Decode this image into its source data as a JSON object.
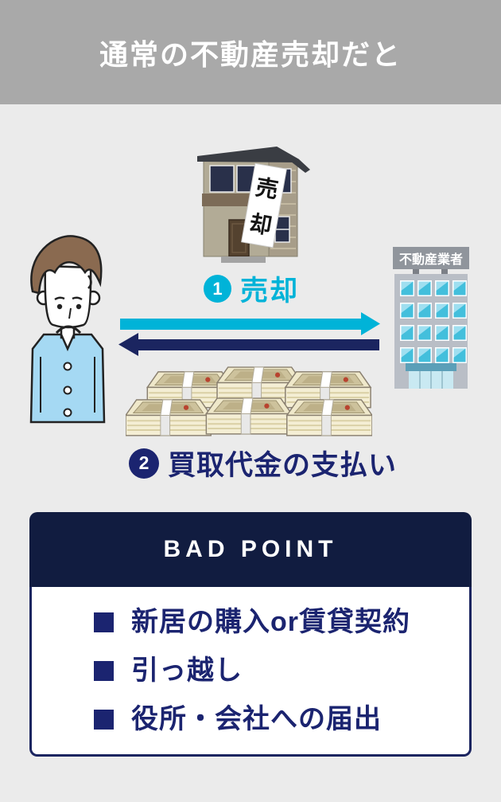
{
  "header": {
    "title": "通常の不動産売却だと"
  },
  "diagram": {
    "house_banner_char1": "売",
    "house_banner_char2": "却",
    "building_sign": "不動産業者",
    "step1": {
      "number": "1",
      "label": "売却"
    },
    "step2": {
      "number": "2",
      "label": "買取代金の支払い"
    }
  },
  "bad_point": {
    "title": "BAD POINT",
    "items": [
      "新居の購入or賃貸契約",
      "引っ越し",
      "役所・会社への届出"
    ]
  },
  "colors": {
    "header-bg": "#a9a9a9",
    "page-bg": "#ebebeb",
    "cyan": "#00b3d8",
    "navy": "#1b2560",
    "badpoint-bg": "#111c40",
    "text-navy": "#1b2470"
  }
}
